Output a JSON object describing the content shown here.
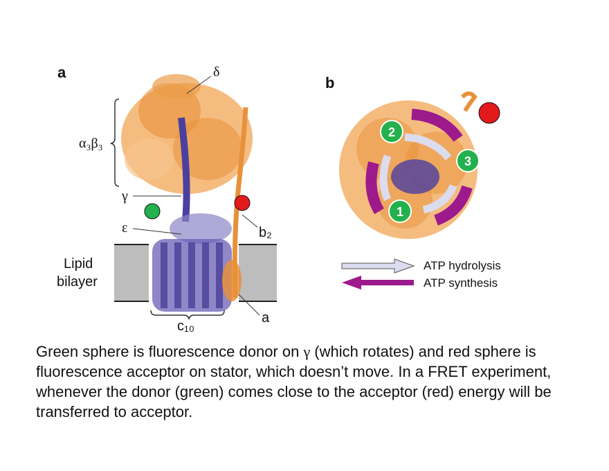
{
  "panel_a": {
    "label": "a",
    "delta": "δ",
    "alpha3beta3": "α₃β₃",
    "gamma": "γ",
    "epsilon": "ε",
    "b2": "b₂",
    "lipid_line1": "Lipid",
    "lipid_line2": "bilayer",
    "c10": "c₁₀",
    "a_sub": "a"
  },
  "panel_b": {
    "label": "b",
    "sites": [
      "1",
      "2",
      "3"
    ],
    "legend_hydrolysis": "ATP hydrolysis",
    "legend_synthesis": "ATP synthesis"
  },
  "caption": {
    "part1": "Green sphere is fluorescence donor on ",
    "gamma": "γ",
    "part2": " (which rotates) and red sphere is fluorescence acceptor on stator, which doesn’t move.  In a FRET experiment, whenever the donor (green) comes close to the acceptor (red) energy will be transferred to acceptor."
  },
  "colors": {
    "protein_orange": "#f0a04b",
    "protein_blue": "#4b3fa0",
    "membrane_gray": "#bdbdbd",
    "donor_green": "#22b14c",
    "acceptor_red": "#e31a1c",
    "arrow_purple": "#9c1a8c",
    "arrow_light": "#d8d8ec"
  }
}
